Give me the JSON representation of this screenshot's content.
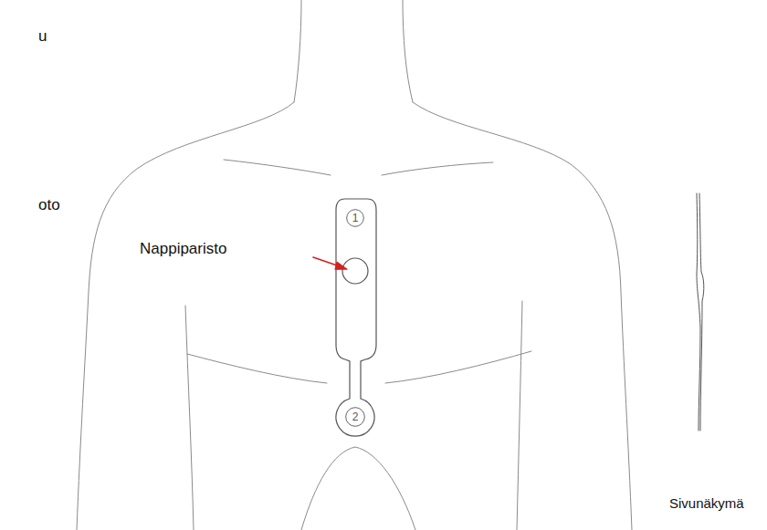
{
  "diagram": {
    "nodes": [
      {
        "text": [
          "1"
        ]
      },
      {
        "text": [
          "2"
        ]
      }
    ],
    "labels": [
      "u",
      "oto",
      "Nappiparisto",
      "Sivunäkymä"
    ]
  }
}
